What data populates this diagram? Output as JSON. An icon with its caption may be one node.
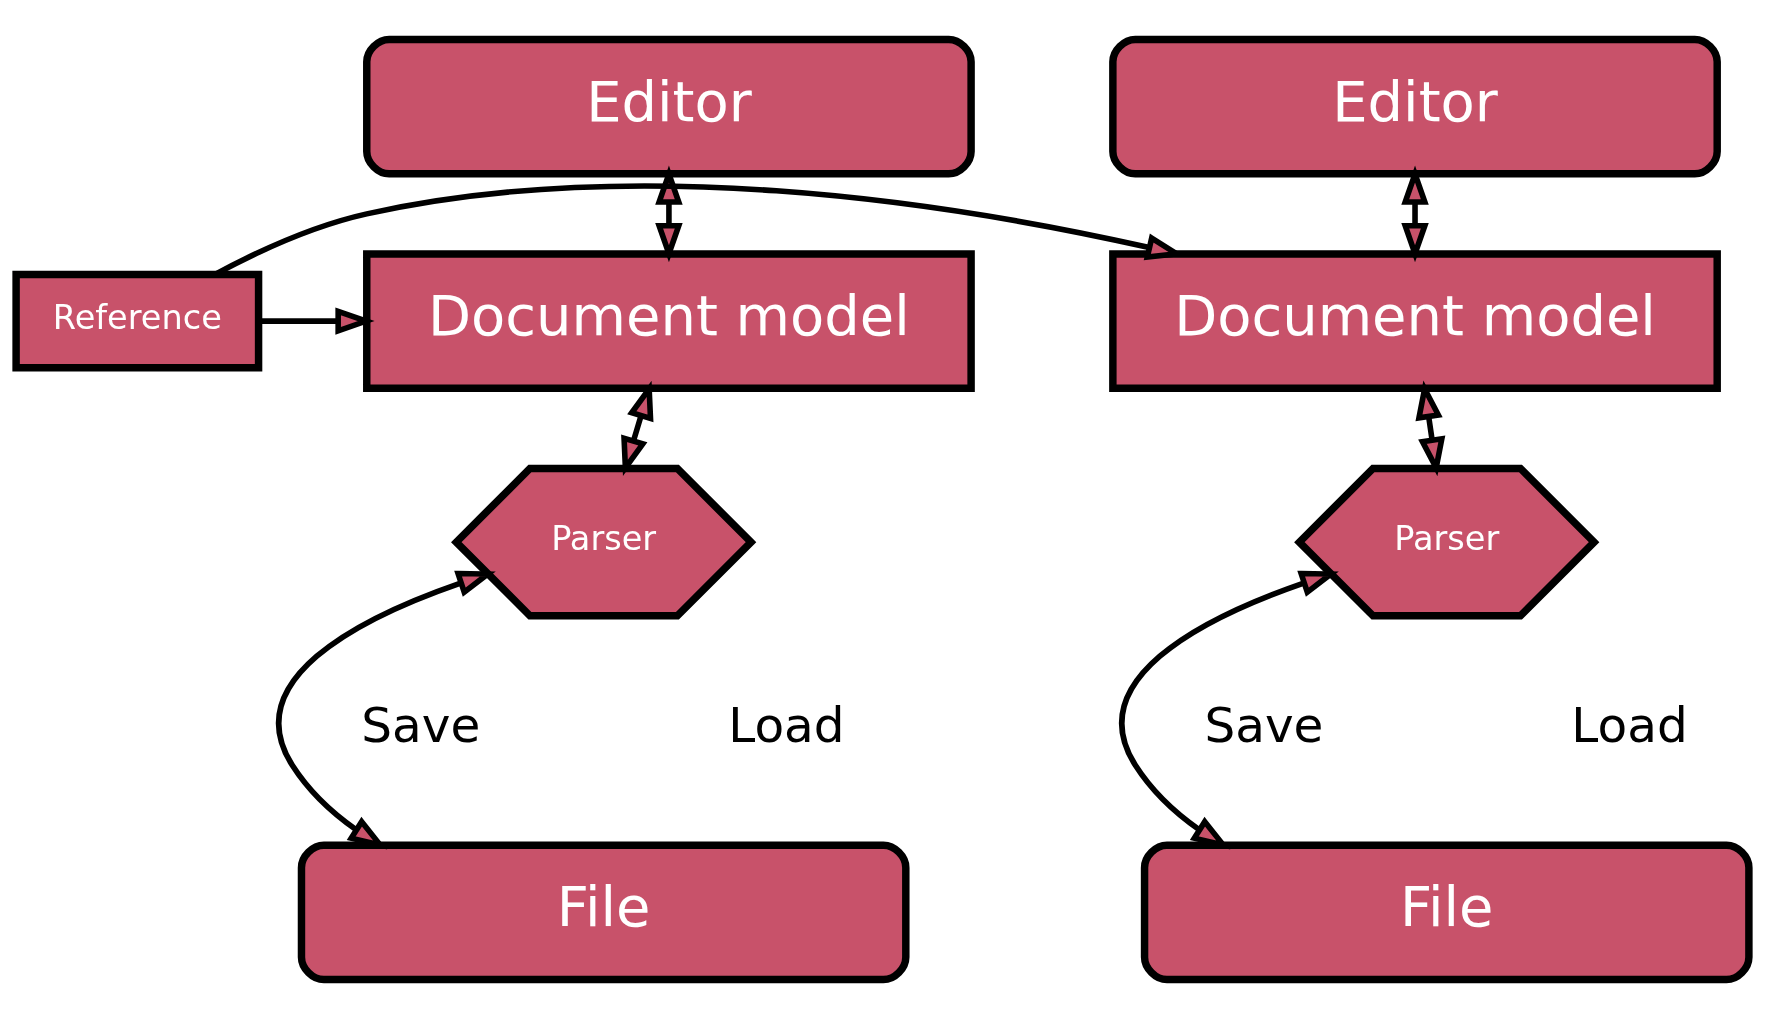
{
  "diagram": {
    "nodes": [
      {
        "text": [
          "Editor"
        ]
      },
      {
        "text": [
          "Editor"
        ]
      },
      {
        "text": [
          "Document model"
        ]
      },
      {
        "text": [
          "Reference"
        ]
      },
      {
        "text": [
          "Document model"
        ]
      },
      {
        "text": [
          "Parser"
        ]
      },
      {
        "text": [
          "Parser"
        ]
      },
      {
        "text": [
          "File"
        ]
      },
      {
        "text": [
          "File"
        ]
      }
    ],
    "edges": [
      {
        "from": 0,
        "to": 2,
        "arrow": "both"
      },
      {
        "from": 1,
        "to": 4,
        "arrow": "both"
      },
      {
        "from": 3,
        "to": 2,
        "arrow": "to"
      },
      {
        "from": 3,
        "to": 4,
        "arrow": "to"
      },
      {
        "from": 2,
        "to": 5,
        "arrow": "both"
      },
      {
        "from": 4,
        "to": 6,
        "arrow": "both"
      },
      {
        "from": 5,
        "to": 7,
        "arrow": "both"
      },
      {
        "from": 6,
        "to": 8,
        "arrow": "both"
      }
    ],
    "labels": [
      "Save",
      "Load",
      "Save",
      "Load"
    ]
  }
}
